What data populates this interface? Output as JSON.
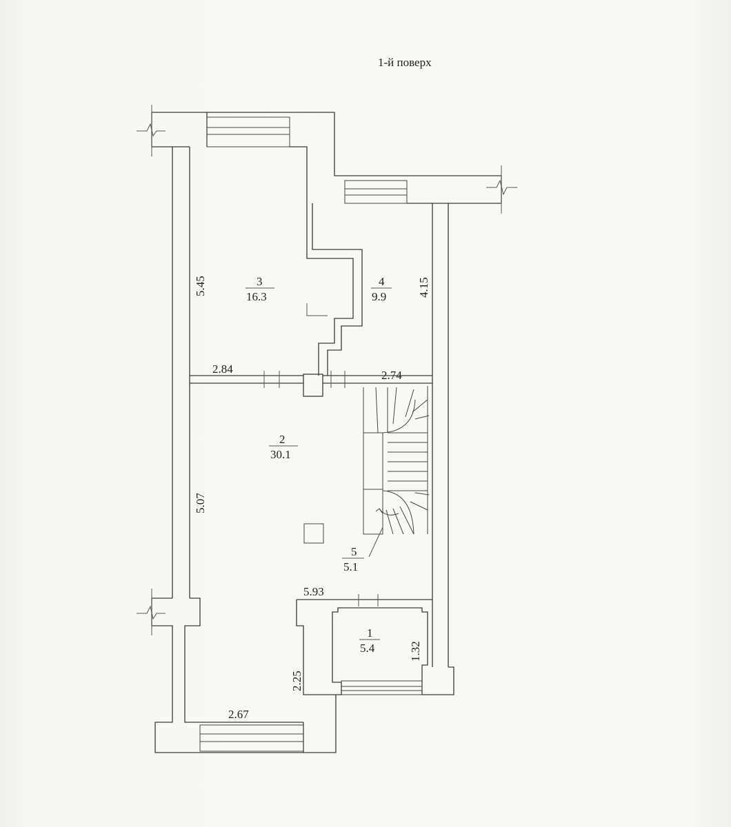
{
  "title": "1-й поверх",
  "rooms": [
    {
      "number": "3",
      "area": "16.3"
    },
    {
      "number": "4",
      "area": "9.9"
    },
    {
      "number": "2",
      "area": "30.1"
    },
    {
      "number": "5",
      "area": "5.1"
    },
    {
      "number": "1",
      "area": "5.4"
    }
  ],
  "dimensions": {
    "room3_height": "5.45",
    "room4_height": "4.15",
    "room3_width": "2.84",
    "room4_width": "2.74",
    "room2_height": "5.07",
    "room2_width": "5.93",
    "room1_height": "1.32",
    "vestibule_height": "2.25",
    "bottom_width": "2.67"
  }
}
